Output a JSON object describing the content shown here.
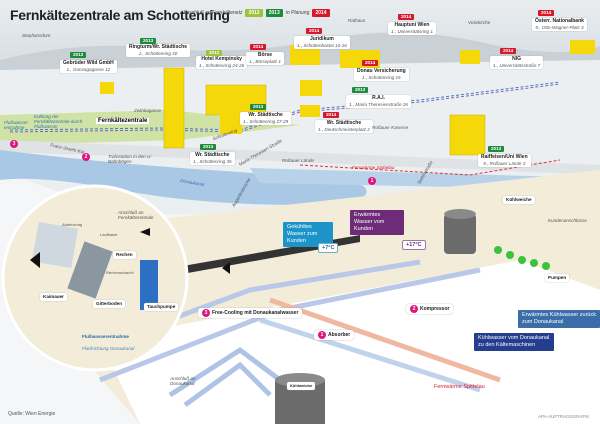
{
  "title": "Fernkältezentrale am Schottenring",
  "legend": {
    "connected_label": "Anschluß an Fernkältenetz",
    "years_connected": [
      "2012",
      "2013"
    ],
    "planned_label": "in Planung",
    "year_planned": "2014",
    "colors": {
      "2012": "#9bc43a",
      "2013": "#1e8a3c",
      "2014": "#d7182a"
    }
  },
  "landmarks": [
    "Stephansdom",
    "Rathaus",
    "Votivkirche"
  ],
  "buildings": [
    {
      "year": "2013",
      "name": "Gebrüder Wild GmbH",
      "address": "1., Gonzagagasse 12"
    },
    {
      "year": "2013",
      "name": "Ringturm/Wr. Städtische",
      "address": "1., Schottenring 30"
    },
    {
      "year": "2012",
      "name": "Hotel Kempinsky",
      "address": "1., Schottenring 24-26"
    },
    {
      "year": "2014",
      "name": "Börse",
      "address": "1., Börseplatz 1"
    },
    {
      "year": "2014",
      "name": "Juridikum",
      "address": "1., Schottenbastei 10-16"
    },
    {
      "year": "2014",
      "name": "Hauptuni Wien",
      "address": "1., Universitätsring 1"
    },
    {
      "year": "2014",
      "name": "Österr. Nationalbank",
      "address": "9., Otto-Wagner-Platz 3"
    },
    {
      "year": "2014",
      "name": "NIG",
      "address": "1., Universitätsstraße 7"
    },
    {
      "year": "2014",
      "name": "Donau Versicherung",
      "address": "1., Schottenring 15"
    },
    {
      "year": "2013",
      "name": "R.A.I.",
      "address": "1., Maria Theresienstraße 26"
    },
    {
      "year": "2013",
      "name": "Wr. Städtische",
      "address": "1., Schottenring 27-29"
    },
    {
      "year": "2014",
      "name": "Wr. Städtische",
      "address": "1., Deutschmeisterplatz 2"
    },
    {
      "year": "2013",
      "name": "Wr. Städtische",
      "address": "1., Schottenring 35"
    },
    {
      "year": "2013",
      "name": "Raiffeisen/Uni Wien",
      "address": "9., Roßauer Lände 3"
    }
  ],
  "map_labels": {
    "plant": "Fernkältezentrale",
    "zelinkagasse": "Zelinkagasse",
    "river_intake": "Flußwasser-entnahme",
    "river_cooling": "Kühlung der Fernkältezentrale durch Flußwasser",
    "franz_josefs_kai": "Franz-Josefs-Kai",
    "trafostation": "Trafostation in den U-Bahnbögen",
    "donaukanal": "Donaukanal",
    "augartenbruecke": "Augartenbrücke",
    "maria_theresien_strasse": "Maria-Theresien-Straße",
    "schottenring": "Schottenring",
    "rossauer_laende": "Roßauer Lände",
    "rossauer_kaserne": "Roßauer Kaserne",
    "seitenstrasse": "Seitenstraße",
    "fernwaerme_spittelau": "Fernwärme Spittelau"
  },
  "inset": {
    "abdeckung": "Abdeckung",
    "laufkatze": "Laufkatze",
    "anschluss": "Anschluß an Fernkältezentrale",
    "rechen": "Rechen",
    "rechenschacht": "Rechenschacht",
    "kaimauer": "Kaimauer",
    "gitterboden": "Gitterboden",
    "tauchpumpe": "Tauchpumpe",
    "intake": "Flußwasserentnahme",
    "flow": "Fließrichtung Donaukanal"
  },
  "plant": {
    "chilled_to_customer": "Gekühltes Wasser zum Kunden",
    "warmed_from_customer": "Erwärmtes Wasser vom Kunden",
    "temp_cold": "+7°C",
    "temp_warm": "+17°C",
    "kuehlweiche": "Kühlweiche",
    "kundenanschluesse": "Kundenanschlüsse",
    "pumpen": "Pumpen",
    "free_cooling": "Free-Cooling mit Donaukanalwasser",
    "free_cooling_num": "3",
    "kompressor": "Kompressor",
    "kompressor_num": "2",
    "absorber": "Absorber",
    "absorber_num": "1",
    "return_to_canal": "Erwärmtes Kühlwasser zurück zum Donaukanal",
    "from_canal": "Kühlwasser vom Donaukanal zu den Kältemaschinen",
    "canal_connection": "Anschluß an Donaukanal",
    "district_heat": "Fernwärme Spittelau"
  },
  "footer": {
    "source": "Quelle: Wien Energie",
    "credit": "APA-AUFTRAGSGRAFIK"
  }
}
